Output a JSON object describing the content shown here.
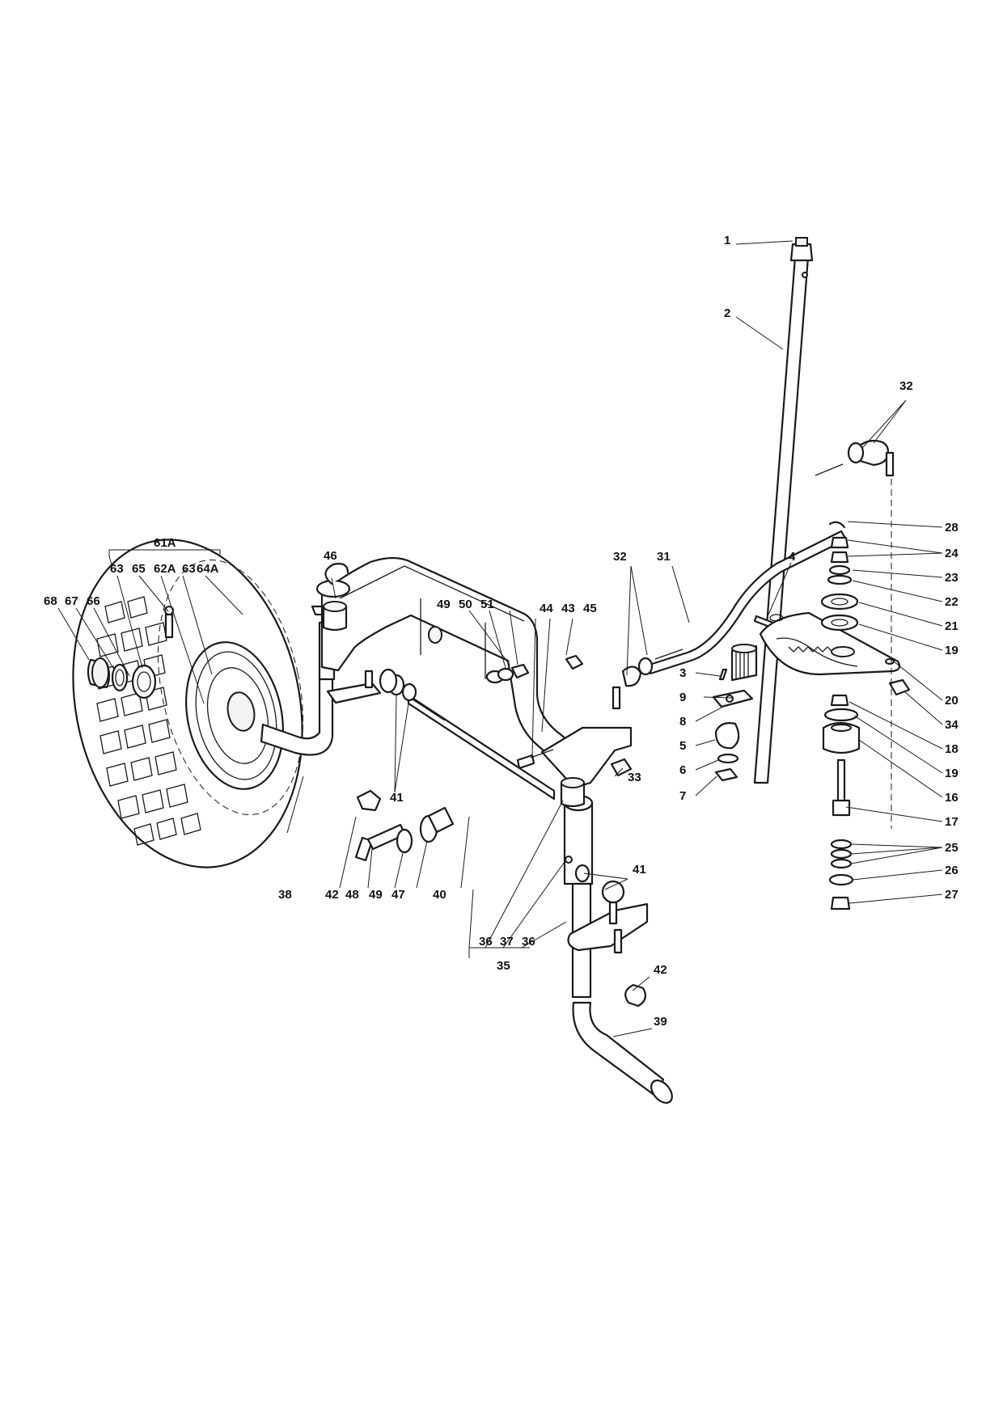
{
  "callouts": {
    "c1": "1",
    "c2": "2",
    "c3": "3",
    "c4": "4",
    "c5": "5",
    "c6": "6",
    "c7": "7",
    "c8": "8",
    "c9": "9",
    "c16": "16",
    "c17": "17",
    "c18": "18",
    "c19a": "19",
    "c19b": "19",
    "c20": "20",
    "c21": "21",
    "c22": "22",
    "c23": "23",
    "c24": "24",
    "c25": "25",
    "c26": "26",
    "c27": "27",
    "c28": "28",
    "c31": "31",
    "c32a": "32",
    "c32b": "32",
    "c33": "33",
    "c34": "34",
    "c35": "35",
    "c36a": "36",
    "c36b": "36",
    "c37": "37",
    "c38": "38",
    "c39": "39",
    "c40": "40",
    "c41a": "41",
    "c41b": "41",
    "c42a": "42",
    "c42b": "42",
    "c43": "43",
    "c44": "44",
    "c45": "45",
    "c46": "46",
    "c47": "47",
    "c48": "48",
    "c49a": "49",
    "c49b": "49",
    "c50": "50",
    "c51": "51",
    "c61A": "61A",
    "c62A": "62A",
    "c63a": "63",
    "c63b": "63",
    "c64A": "64A",
    "c65": "65",
    "c66": "66",
    "c67": "67",
    "c68": "68"
  }
}
